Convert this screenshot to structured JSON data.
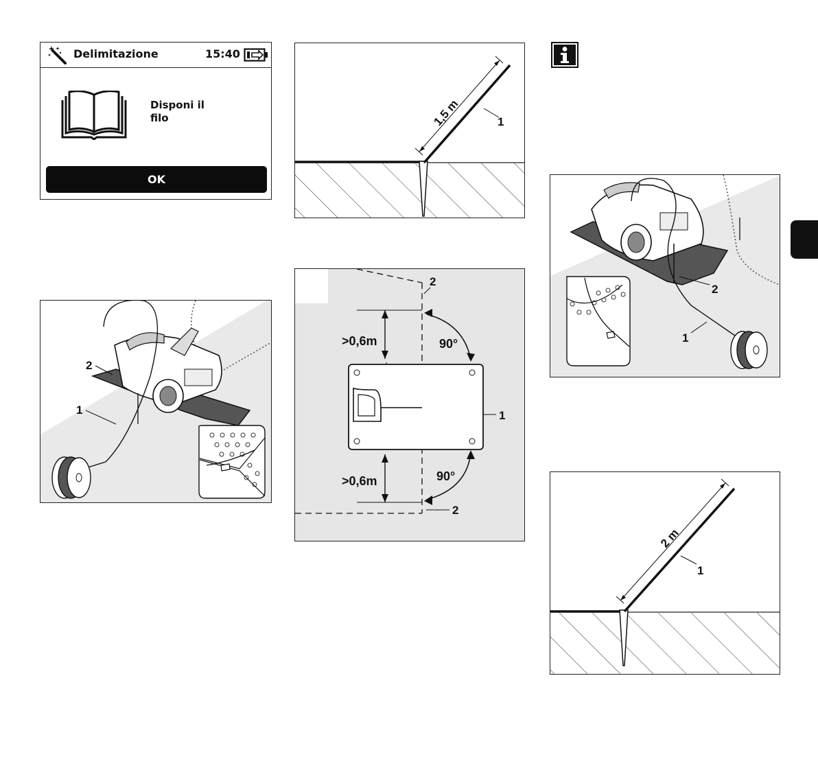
{
  "screen": {
    "title": "Delimitazione",
    "time": "15:40",
    "message_line1": "Disponi il",
    "message_line2": "filo",
    "ok_label": "OK",
    "icons": [
      "magic-wand-icon",
      "battery-charging-icon",
      "manual-book-icon"
    ]
  },
  "fig_stake_1_5m": {
    "distance": "1,5 m",
    "callout_1": "1"
  },
  "fig_mower_left": {
    "callout_1": "1",
    "callout_2": "2"
  },
  "fig_top_view": {
    "clearance_top": ">0,6m",
    "clearance_bottom": ">0,6m",
    "angle_top": "90°",
    "angle_bottom": "90°",
    "callout_2_top": "2",
    "callout_2_bottom": "2",
    "callout_1": "1"
  },
  "fig_mower_right": {
    "callout_1": "1",
    "callout_2": "2"
  },
  "fig_stake_2m": {
    "distance": "2 m",
    "callout_1": "1"
  },
  "info_icon_glyph": "i"
}
